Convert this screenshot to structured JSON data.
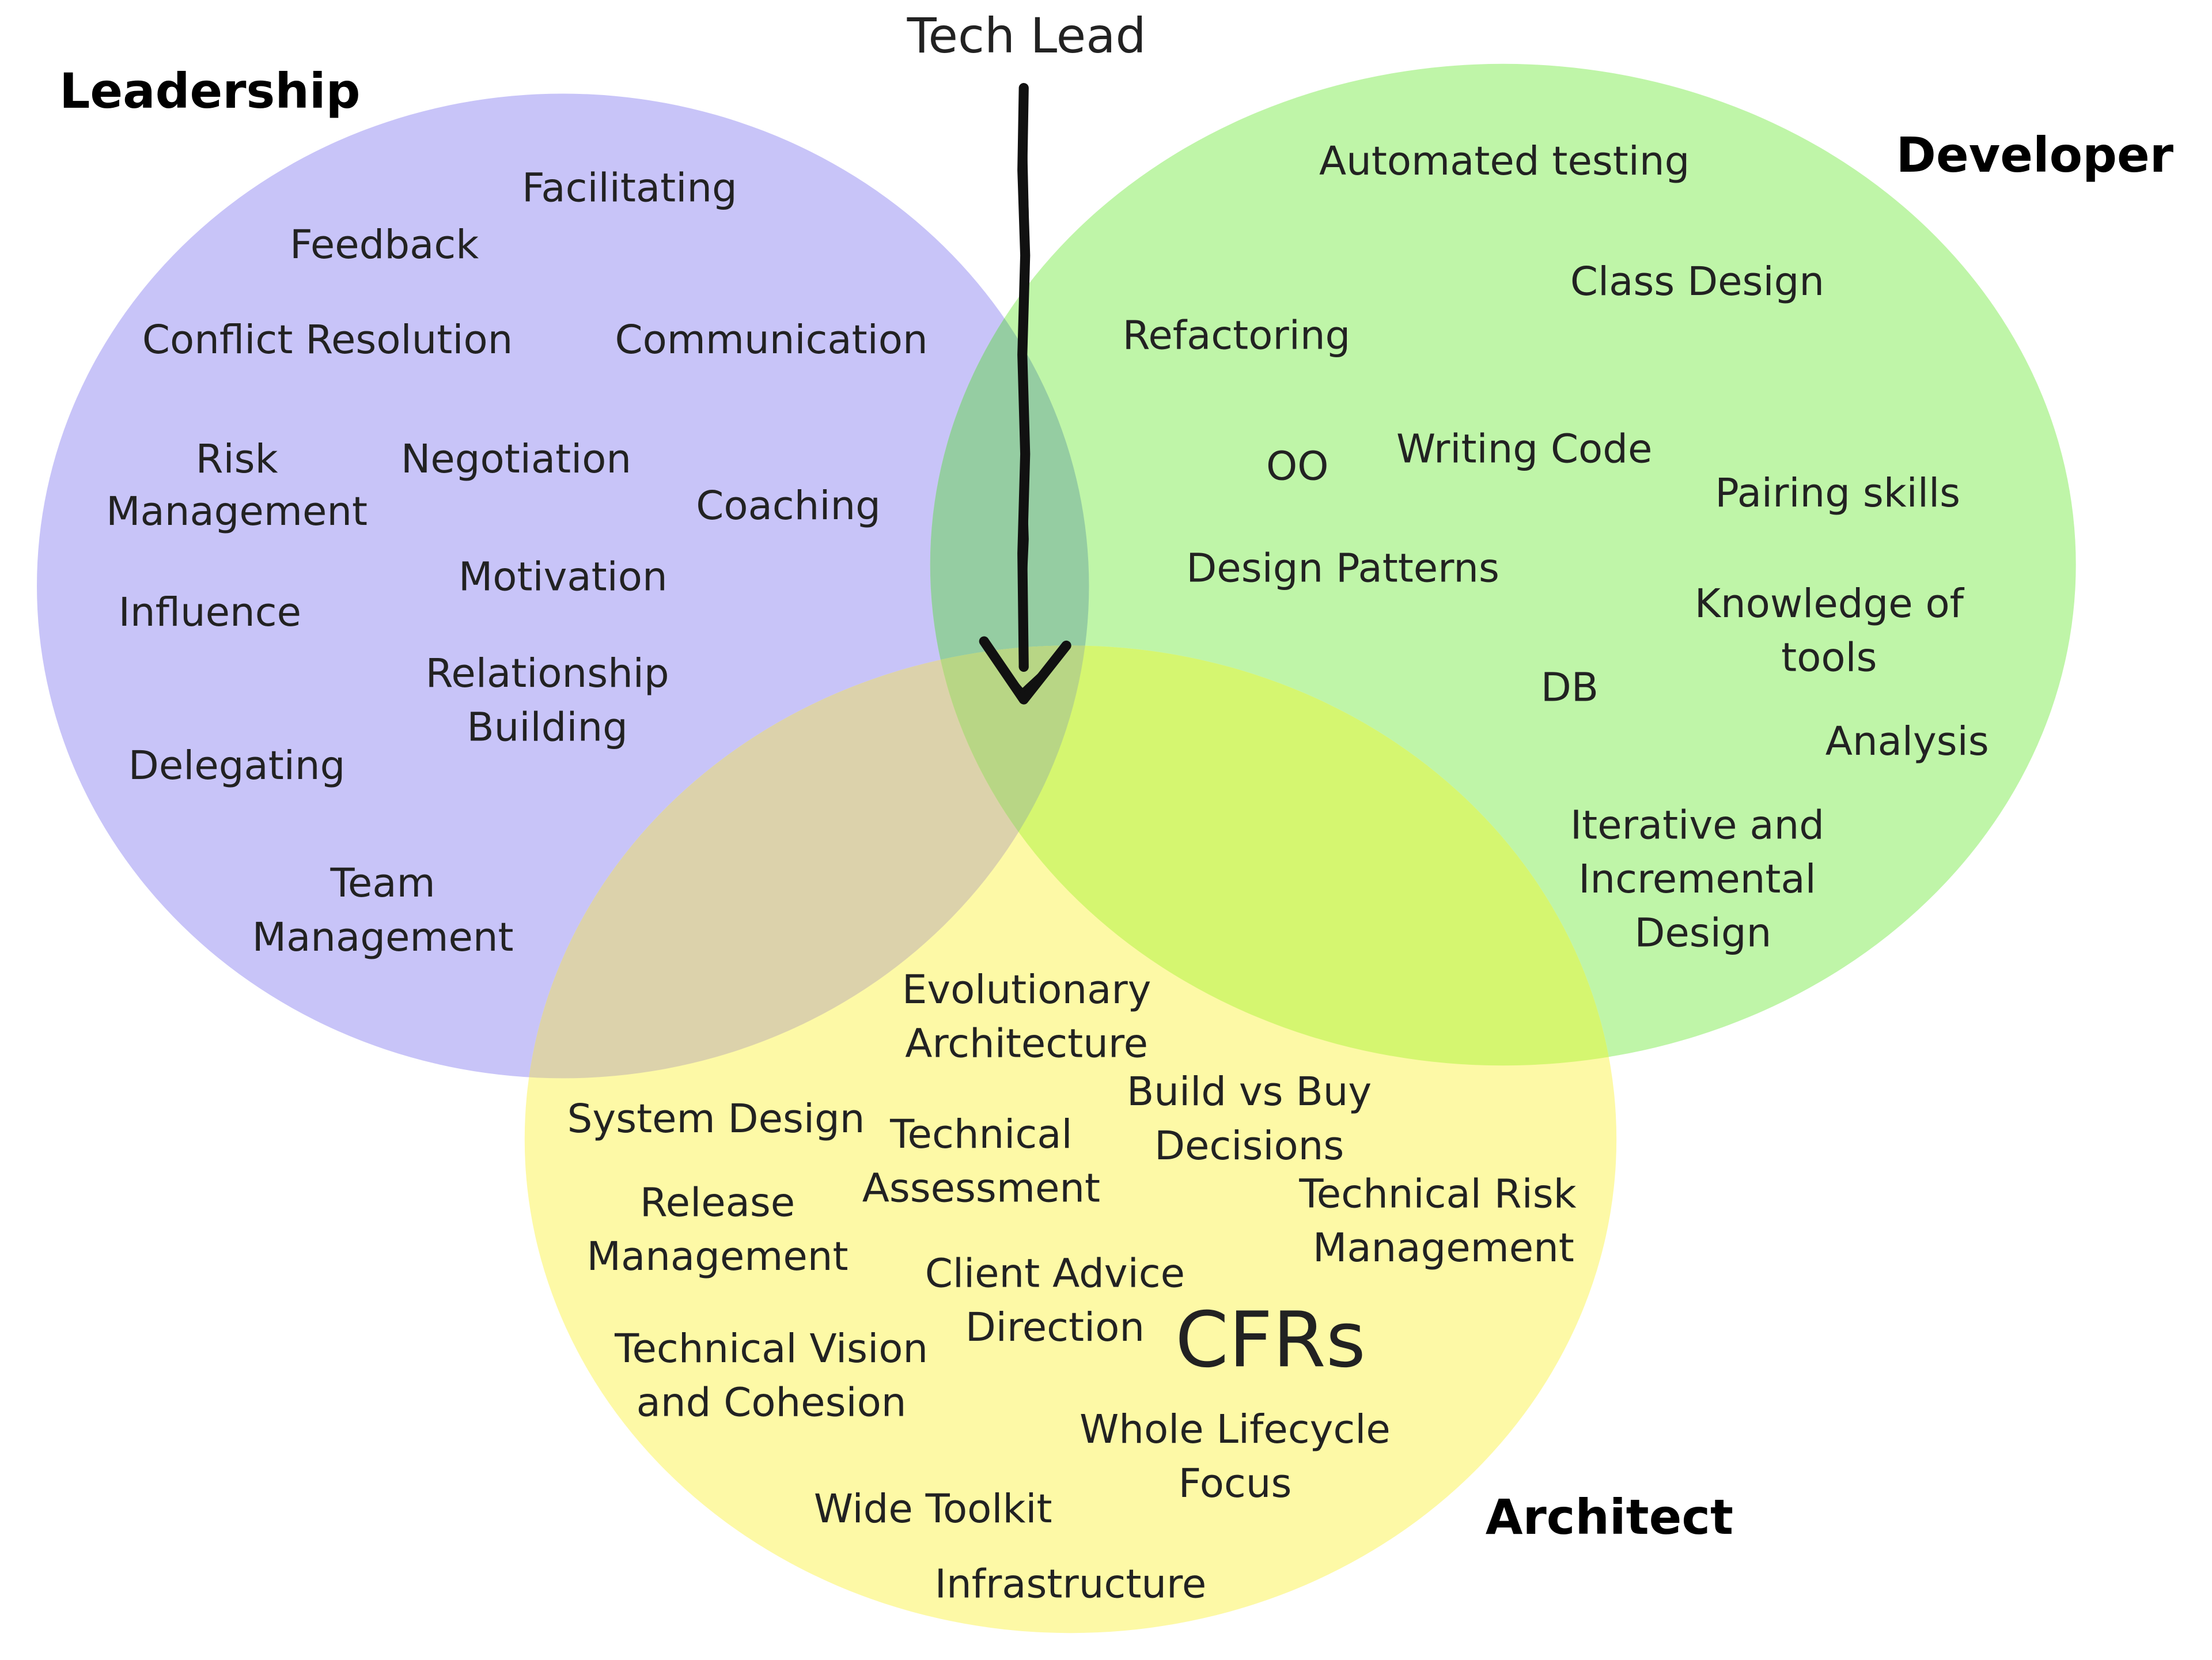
{
  "arrow_label": "Tech Lead",
  "circles": {
    "leadership": {
      "title": "Leadership",
      "color": "#c8c4f8",
      "skills": {
        "facilitating": "Facilitating",
        "feedback": "Feedback",
        "conflict_resolution": "Conflict Resolution",
        "communication": "Communication",
        "risk_management_1": "Risk",
        "risk_management_2": "Management",
        "negotiation": "Negotiation",
        "coaching": "Coaching",
        "motivation": "Motivation",
        "influence": "Influence",
        "relationship_building_1": "Relationship",
        "relationship_building_2": "Building",
        "delegating": "Delegating",
        "team_management_1": "Team",
        "team_management_2": "Management"
      }
    },
    "developer": {
      "title": "Developer",
      "color": "#bff5a8",
      "skills": {
        "automated_testing": "Automated testing",
        "class_design": "Class Design",
        "refactoring": "Refactoring",
        "oo": "OO",
        "writing_code": "Writing Code",
        "pairing_skills": "Pairing skills",
        "design_patterns": "Design Patterns",
        "knowledge_of_tools_1": "Knowledge of",
        "knowledge_of_tools_2": "tools",
        "db": "DB",
        "analysis": "Analysis",
        "iterative_design_1": "Iterative and",
        "iterative_design_2": "Incremental",
        "iterative_design_3": "Design"
      }
    },
    "architect": {
      "title": "Architect",
      "color": "#fdf9a6",
      "skills": {
        "evolutionary_architecture_1": "Evolutionary",
        "evolutionary_architecture_2": "Architecture",
        "build_vs_buy_1": "Build vs Buy",
        "build_vs_buy_2": "Decisions",
        "system_design": "System Design",
        "technical_assessment_1": "Technical",
        "technical_assessment_2": "Assessment",
        "technical_risk_1": "Technical Risk",
        "technical_risk_2": "Management",
        "release_management_1": "Release",
        "release_management_2": "Management",
        "client_advice_1": "Client Advice",
        "client_advice_2": "Direction",
        "cfrs": "CFRs",
        "technical_vision_1": "Technical Vision",
        "technical_vision_2": "and Cohesion",
        "whole_lifecycle_1": "Whole Lifecycle",
        "whole_lifecycle_2": "Focus",
        "wide_toolkit": "Wide Toolkit",
        "infrastructure": "Infrastructure"
      }
    }
  },
  "overlap_colors": {
    "leadership_developer": "#95cda2",
    "leadership_architect": "#dcd2ab",
    "developer_architect": "#d5f670",
    "all_three": "#b8d685"
  }
}
